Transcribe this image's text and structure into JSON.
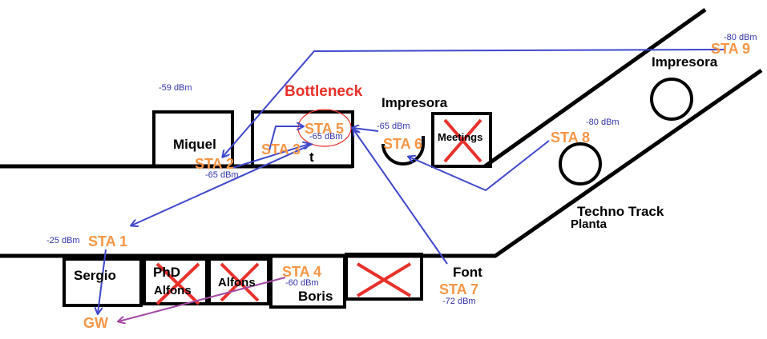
{
  "labels": {
    "bottleneck": "Bottleneck",
    "impresora_left": "Impresora",
    "impresora_right": "Impresora",
    "techno_track": "Techno Track",
    "planta": "Planta",
    "font": "Font"
  },
  "rooms": {
    "miquel": "Miquel",
    "partial_room": "t",
    "meetings": "Meetings",
    "sergio": "Sergio",
    "phd_alfons_1": "PhD",
    "phd_alfons_2": "Alfons",
    "alfons": "Alfons",
    "boris": "Boris"
  },
  "stations": {
    "sta1": "STA 1",
    "sta2": "STA 2",
    "sta3": "STA 3",
    "sta4": "STA 4",
    "sta5": "STA 5",
    "sta6": "STA 6",
    "sta7": "STA 7",
    "sta8": "STA 8",
    "sta9": "STA 9",
    "gw": "GW"
  },
  "signal": {
    "top_left": "-59 dBm",
    "sta2": "-65 dBm",
    "sta5": "-65 dBm",
    "sta6": "-65 dBm",
    "sta8": "-80 dBm",
    "sta9": "-80 dBm",
    "sta1": "-25 dBm",
    "sta4": "-60 dBm",
    "sta7": "-72 dBm"
  },
  "colors": {
    "walls": "#000000",
    "sta_text": "#f79646",
    "links": "#3f48cc",
    "gw_link": "#a349a4",
    "cross": "#e8312b",
    "bottleneck": "#e8312b",
    "dbm_text": "#3333aa"
  }
}
